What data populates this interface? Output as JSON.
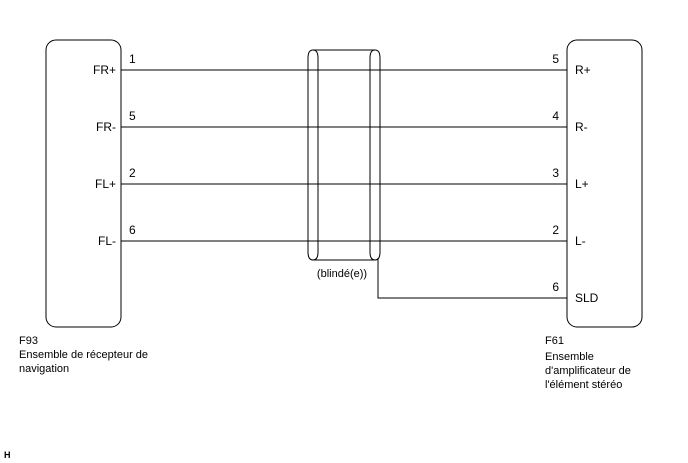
{
  "left_connector": {
    "code": "F93",
    "name_lines": [
      "Ensemble de récepteur de",
      "navigation"
    ],
    "pins": [
      {
        "label": "FR+",
        "number": "1"
      },
      {
        "label": "FR-",
        "number": "5"
      },
      {
        "label": "FL+",
        "number": "2"
      },
      {
        "label": "FL-",
        "number": "6"
      }
    ]
  },
  "right_connector": {
    "code": "F61",
    "name_lines": [
      "Ensemble",
      "d'amplificateur de",
      "l'élément stéréo"
    ],
    "pins": [
      {
        "label": "R+",
        "number": "5"
      },
      {
        "label": "R-",
        "number": "4"
      },
      {
        "label": "L+",
        "number": "3"
      },
      {
        "label": "L-",
        "number": "2"
      },
      {
        "label": "SLD",
        "number": "6"
      }
    ]
  },
  "shield_label": "(blindé(e))",
  "corner_mark": "H"
}
